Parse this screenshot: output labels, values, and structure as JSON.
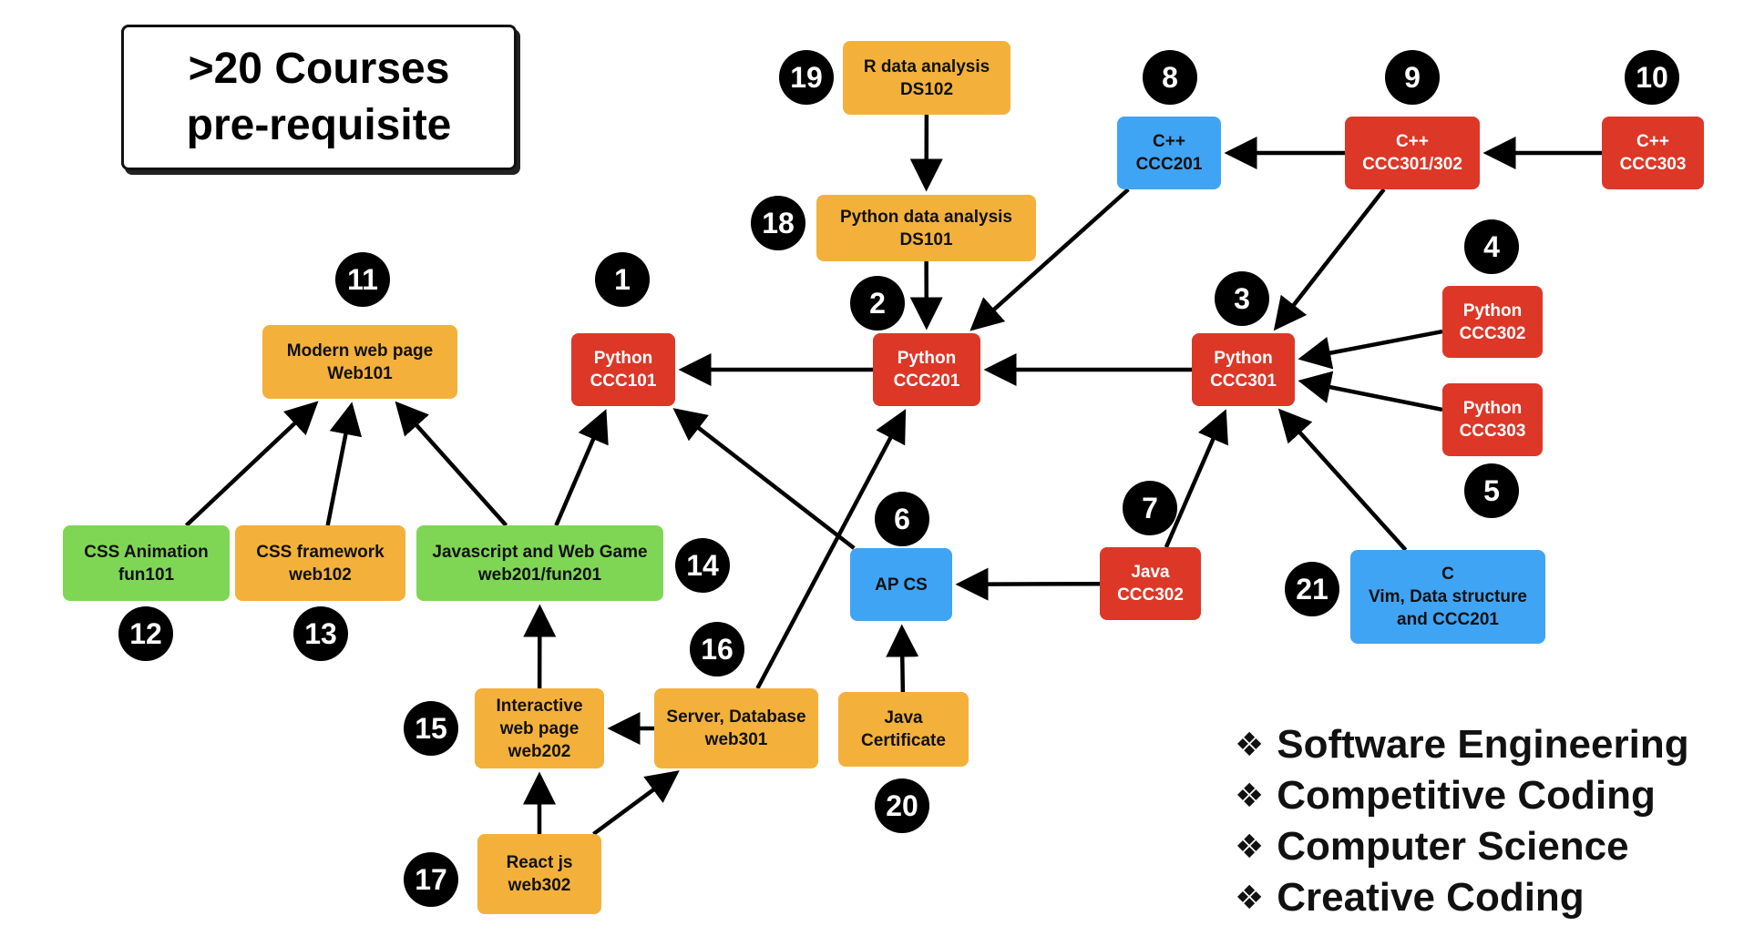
{
  "title": {
    "line1": ">20 Courses",
    "line2": "pre-requisite"
  },
  "nodes": [
    {
      "id": "python-ccc101",
      "lines": [
        "Python",
        "CCC101"
      ],
      "color": "red",
      "badge": "1"
    },
    {
      "id": "python-ccc201",
      "lines": [
        "Python",
        "CCC201"
      ],
      "color": "red",
      "badge": "2"
    },
    {
      "id": "python-ccc301",
      "lines": [
        "Python",
        "CCC301"
      ],
      "color": "red",
      "badge": "3"
    },
    {
      "id": "python-ccc302",
      "lines": [
        "Python",
        "CCC302"
      ],
      "color": "red",
      "badge": "4"
    },
    {
      "id": "python-ccc303",
      "lines": [
        "Python",
        "CCC303"
      ],
      "color": "red",
      "badge": "5"
    },
    {
      "id": "ap-cs",
      "lines": [
        "AP CS"
      ],
      "color": "blue",
      "badge": "6"
    },
    {
      "id": "java-ccc302",
      "lines": [
        "Java",
        "CCC302"
      ],
      "color": "red",
      "badge": "7"
    },
    {
      "id": "cpp-ccc201",
      "lines": [
        "C++",
        "CCC201"
      ],
      "color": "blue",
      "badge": "8"
    },
    {
      "id": "cpp-ccc301-302",
      "lines": [
        "C++",
        "CCC301/302"
      ],
      "color": "red",
      "badge": "9"
    },
    {
      "id": "cpp-ccc303",
      "lines": [
        "C++",
        "CCC303"
      ],
      "color": "red",
      "badge": "10"
    },
    {
      "id": "web101",
      "lines": [
        "Modern web page",
        "Web101"
      ],
      "color": "orange",
      "badge": "11"
    },
    {
      "id": "fun101",
      "lines": [
        "CSS Animation",
        "fun101"
      ],
      "color": "green",
      "badge": "12"
    },
    {
      "id": "web102",
      "lines": [
        "CSS framework",
        "web102"
      ],
      "color": "orange",
      "badge": "13"
    },
    {
      "id": "web201-fun201",
      "lines": [
        "Javascript and Web Game",
        "web201/fun201"
      ],
      "color": "green",
      "badge": "14"
    },
    {
      "id": "web202",
      "lines": [
        "Interactive",
        "web page",
        "web202"
      ],
      "color": "orange",
      "badge": "15"
    },
    {
      "id": "web301",
      "lines": [
        "Server, Database",
        "web301"
      ],
      "color": "orange",
      "badge": "16"
    },
    {
      "id": "web302",
      "lines": [
        "React js",
        "web302"
      ],
      "color": "orange",
      "badge": "17"
    },
    {
      "id": "ds101",
      "lines": [
        "Python data analysis",
        "DS101"
      ],
      "color": "orange",
      "badge": "18"
    },
    {
      "id": "ds102",
      "lines": [
        "R data analysis",
        "DS102"
      ],
      "color": "orange",
      "badge": "19"
    },
    {
      "id": "java-cert",
      "lines": [
        "Java",
        "Certificate"
      ],
      "color": "orange",
      "badge": "20"
    },
    {
      "id": "c-vim",
      "lines": [
        "C",
        "Vim, Data structure",
        "and CCC201"
      ],
      "color": "blue",
      "badge": "21"
    }
  ],
  "edges": [
    {
      "from": "python-ccc201",
      "to": "python-ccc101"
    },
    {
      "from": "python-ccc301",
      "to": "python-ccc201"
    },
    {
      "from": "python-ccc302",
      "to": "python-ccc301"
    },
    {
      "from": "python-ccc303",
      "to": "python-ccc301"
    },
    {
      "from": "java-ccc302",
      "to": "python-ccc301"
    },
    {
      "from": "c-vim",
      "to": "python-ccc301"
    },
    {
      "from": "cpp-ccc301-302",
      "to": "python-ccc301"
    },
    {
      "from": "cpp-ccc301-302",
      "to": "cpp-ccc201"
    },
    {
      "from": "cpp-ccc303",
      "to": "cpp-ccc301-302"
    },
    {
      "from": "cpp-ccc201",
      "to": "python-ccc201"
    },
    {
      "from": "ds102",
      "to": "ds101"
    },
    {
      "from": "ds101",
      "to": "python-ccc201"
    },
    {
      "from": "ap-cs",
      "to": "python-ccc101"
    },
    {
      "from": "java-ccc302",
      "to": "ap-cs"
    },
    {
      "from": "java-cert",
      "to": "ap-cs"
    },
    {
      "from": "web201-fun201",
      "to": "python-ccc101"
    },
    {
      "from": "web201-fun201",
      "to": "web101"
    },
    {
      "from": "fun101",
      "to": "web101"
    },
    {
      "from": "web102",
      "to": "web101"
    },
    {
      "from": "web202",
      "to": "web201-fun201"
    },
    {
      "from": "web301",
      "to": "web202"
    },
    {
      "from": "web301",
      "to": "python-ccc201"
    },
    {
      "from": "web302",
      "to": "web202"
    },
    {
      "from": "web302",
      "to": "web301"
    }
  ],
  "colors": {
    "red": "#dc3727",
    "orange": "#f3b13b",
    "blue": "#40a4f4",
    "green": "#7fd655",
    "arrow": "#000000"
  },
  "legend": {
    "bullet_icon": "diamond-bullet-icon",
    "items": [
      "Software Engineering",
      "Competitive Coding",
      "Computer Science",
      "Creative Coding"
    ]
  }
}
